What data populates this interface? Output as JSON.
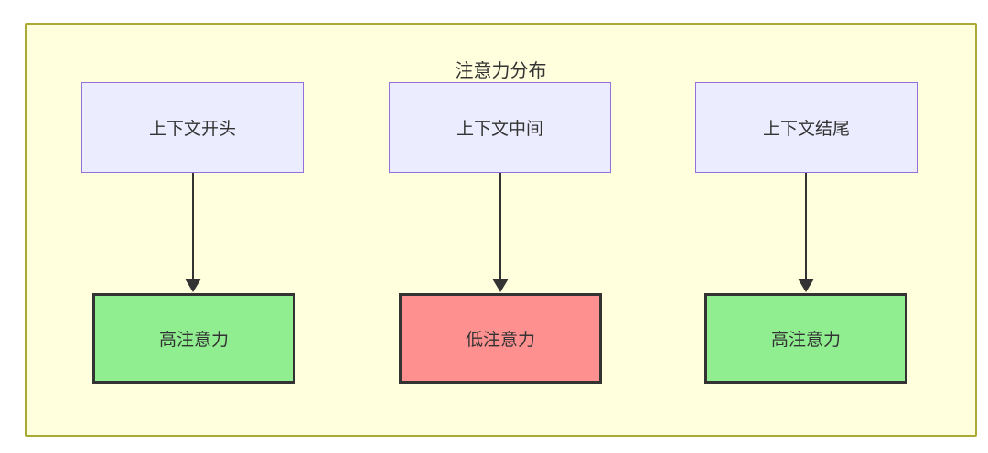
{
  "diagram": {
    "title": "注意力分布",
    "type": "flowchart-subgraph",
    "colors": {
      "subgraph_background": "#ffffde",
      "subgraph_border": "#aaaa33",
      "source_node_background": "#ececff",
      "source_node_border": "#9370db",
      "high_attention_background": "#90ee90",
      "low_attention_background": "#ff9090",
      "target_node_border": "#333333",
      "arrow_color": "#333333",
      "text_color": "#333333"
    },
    "columns": [
      {
        "source": "上下文开头",
        "target": "高注意力",
        "level": "high"
      },
      {
        "source": "上下文中间",
        "target": "低注意力",
        "level": "low"
      },
      {
        "source": "上下文结尾",
        "target": "高注意力",
        "level": "high"
      }
    ]
  }
}
